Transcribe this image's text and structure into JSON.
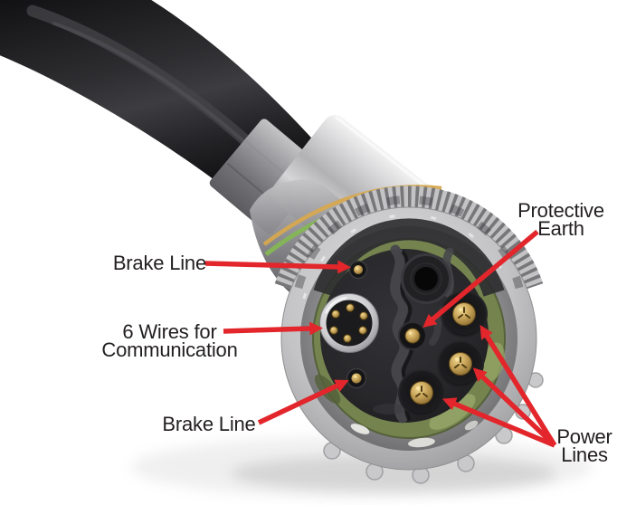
{
  "figure": {
    "kind": "annotated photo of a cable connector face with pin functions labeled",
    "background_color": "#ffffff"
  },
  "colors": {
    "arrow": "#e2262b",
    "label_text": "#231f20",
    "cable_black": "#151517",
    "chrome_silver": "#c9c9cb",
    "gasket_green": "#75834f",
    "stripe_green": "#85b655",
    "stripe_yellow": "#d6a850",
    "pin_brass": "#c9a55a",
    "insert_black": "#29292c"
  },
  "labels": {
    "brake_line_top": "Brake Line",
    "six_wires_line1": "6 Wires for",
    "six_wires_line2": "Communication",
    "brake_line_bottom": "Brake Line",
    "protective_earth_line1": "Protective",
    "protective_earth_line2": "Earth",
    "power_lines_line1": "Power",
    "power_lines_line2": "Lines"
  },
  "annotations": [
    {
      "label": "Brake Line",
      "points_to": "small pin at upper left of insert"
    },
    {
      "label": "6 Wires for Communication",
      "points_to": "round 6-pin signal insert at left"
    },
    {
      "label": "Protective Earth",
      "points_to": "small pin at center"
    },
    {
      "label": "Brake Line",
      "points_to": "small pin at lower left of insert"
    },
    {
      "label": "Power Lines",
      "points_to": "three large brass power pins at right and bottom"
    }
  ]
}
